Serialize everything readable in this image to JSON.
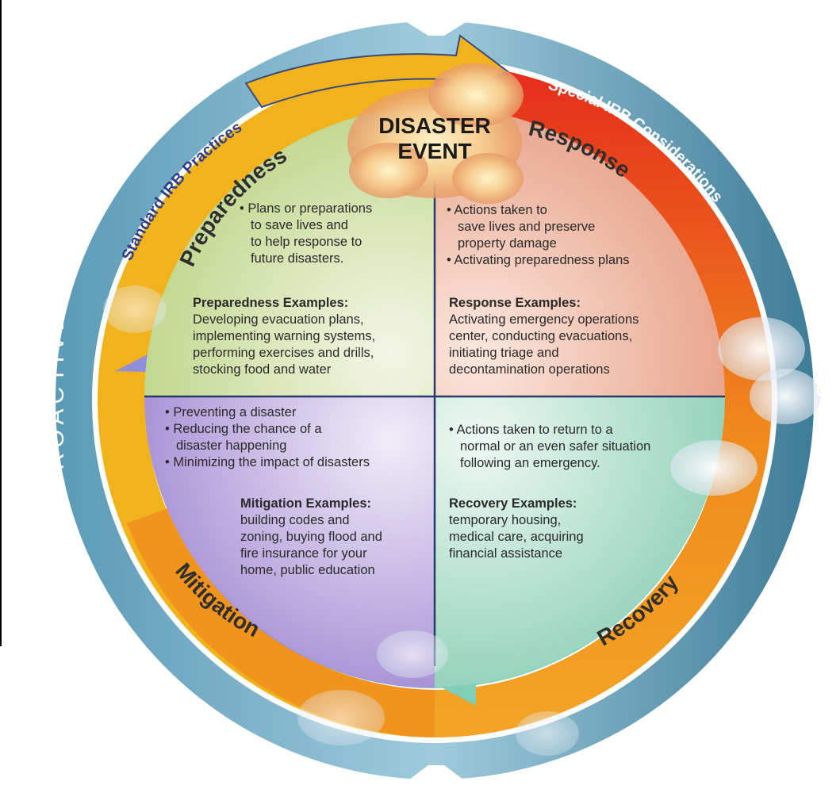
{
  "center_title": [
    "DISASTER",
    "EVENT"
  ],
  "ring_labels": {
    "left": "PROACTIVE",
    "right": "REACTIVE",
    "top_left_arc": "Standard IRB Practices",
    "top_right_arc": "Special IRB Considerations"
  },
  "phase_titles": {
    "preparedness": "Preparedness",
    "response": "Response",
    "mitigation": "Mitigation",
    "recovery": "Recovery"
  },
  "quadrants": {
    "preparedness": {
      "bullets": [
        "• Plans or preparations",
        "to save lives and",
        "to help response to",
        "future disasters."
      ],
      "examples_title": "Preparedness Examples:",
      "examples": [
        "Developing evacuation plans,",
        "implementing warning systems,",
        "performing exercises and drills,",
        "stocking food and water"
      ]
    },
    "response": {
      "bullets": [
        "• Actions taken to",
        "save lives and preserve",
        "property damage",
        "• Activating preparedness plans"
      ],
      "examples_title": "Response Examples:",
      "examples": [
        "Activating emergency operations",
        "center, conducting evacuations,",
        "initiating triage and",
        "decontamination operations"
      ]
    },
    "mitigation": {
      "bullets": [
        "• Preventing a disaster",
        "• Reducing the chance of a",
        "disaster happening",
        "• Minimizing the impact of disasters"
      ],
      "examples_title": "Mitigation Examples:",
      "examples": [
        "building codes and",
        "zoning, buying flood and",
        "fire insurance for your",
        "home, public education"
      ]
    },
    "recovery": {
      "bullets": [
        "• Actions taken to return to a",
        "normal or an even safer situation",
        "following an emergency."
      ],
      "examples_title": "Recovery Examples:",
      "examples": [
        "temporary housing,",
        "medical care, acquiring",
        "financial assistance"
      ]
    }
  },
  "colors": {
    "outer_ring": "#6aa6c0",
    "outer_ring_dark": "#3d7d99",
    "proactive_arc": "#f2b21c",
    "reactive_arc_top": "#e52b1c",
    "reactive_arc_bottom": "#f08a1c",
    "mitigation_arrow": "#8e8fd8",
    "recovery_arrow": "#7ecfb7",
    "preparedness_fill": "#c9dc9a",
    "response_fill": "#ecb39e",
    "mitigation_fill": "#b9a5dc",
    "recovery_fill": "#a6d9c6",
    "divider": "#2b3a6d"
  }
}
